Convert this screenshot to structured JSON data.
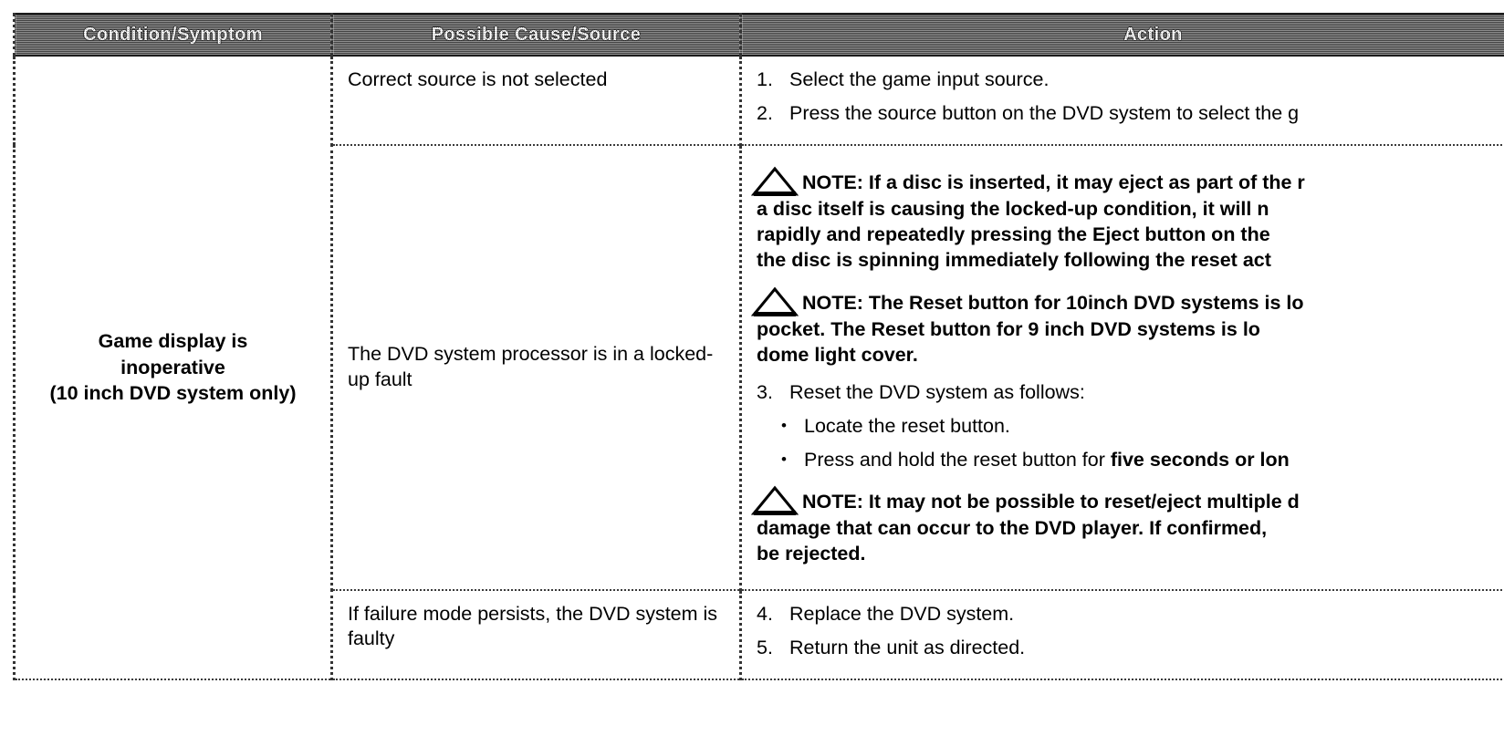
{
  "table": {
    "headers": [
      {
        "label": "Condition/Symptom"
      },
      {
        "label": "Possible Cause/Source"
      },
      {
        "label": "Action"
      }
    ],
    "condition": {
      "line1": "Game display is",
      "line2": "inoperative",
      "line3": "(10 inch DVD system only)"
    },
    "rows": [
      {
        "cause": "Correct source is not selected",
        "steps": [
          {
            "num": "1.",
            "text": "Select the game input source."
          },
          {
            "num": "2.",
            "text": "Press the source button on the DVD system to select the g"
          }
        ]
      },
      {
        "cause": "The DVD system processor is in a locked-up fault",
        "notes": [
          {
            "icon": "warning-triangle-icon",
            "lines": [
              "NOTE:  If a disc is inserted, it may eject as part of the r",
              "a disc itself is causing the locked-up condition, it will n",
              "rapidly and repeatedly pressing the Eject button on the",
              "the disc is spinning immediately following the reset act"
            ]
          },
          {
            "icon": "warning-triangle-icon",
            "lines": [
              "NOTE: The Reset button for 10inch DVD systems is lo",
              "pocket.  The Reset button for 9 inch DVD systems is lo",
              "dome light cover."
            ]
          }
        ],
        "step3": {
          "num": "3.",
          "text": "Reset the DVD system as follows:"
        },
        "bullets": [
          {
            "dot": "•",
            "text": "Locate the reset button.",
            "bold_tail": ""
          },
          {
            "dot": "•",
            "text": "Press and hold the reset button for ",
            "bold_tail": "five seconds or lon"
          }
        ],
        "note3": {
          "icon": "warning-triangle-icon",
          "lines": [
            "NOTE:  It may not be possible to reset/eject multiple d",
            "damage that can occur to the DVD player. If confirmed,",
            "be rejected."
          ]
        }
      },
      {
        "cause": "If failure mode persists, the DVD system is faulty",
        "steps": [
          {
            "num": "4.",
            "text": "Replace the DVD system."
          },
          {
            "num": "5.",
            "text": "Return the unit as directed."
          }
        ]
      }
    ]
  },
  "colors": {
    "header_background": "#111111",
    "header_text": "#ffffff",
    "body_text": "#000000",
    "border": "#343434",
    "page_background": "#ffffff"
  }
}
